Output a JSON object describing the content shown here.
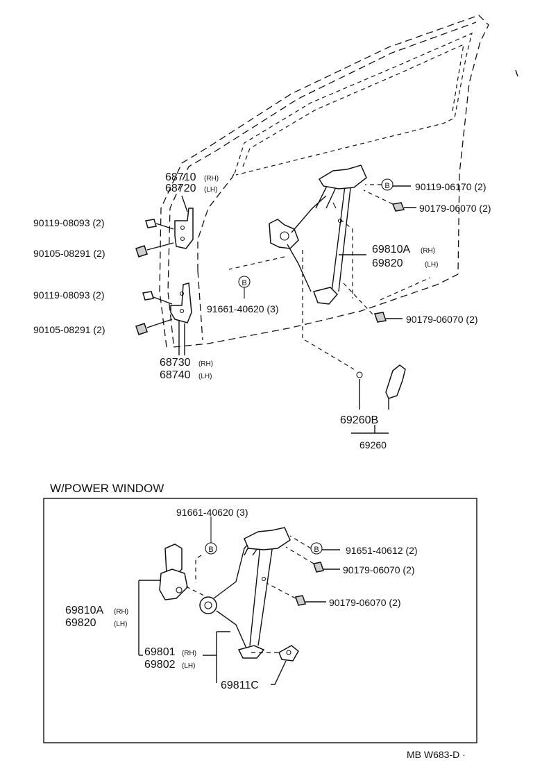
{
  "top": {
    "hinge_upper": {
      "num": "68710",
      "rh": "(RH)",
      "num2": "68720",
      "lh": "(LH)"
    },
    "hinge_lower": {
      "num": "68730",
      "rh": "(RH)",
      "num2": "68740",
      "lh": "(LH)"
    },
    "bolt_upper": "90119-08093 (2)",
    "nut_upper": "90105-08291 (2)",
    "bolt_lower": "90119-08093 (2)",
    "nut_lower": "90105-08291 (2)",
    "clip_b": "B",
    "bolt_b_right": "90119-06170 (2)",
    "nut_right_1": "90179-06070 (2)",
    "regulator": {
      "num": "69810A",
      "rh": "(RH)",
      "num2": "69820",
      "lh": "(LH)"
    },
    "clip_left": "91661-40620 (3)",
    "nut_right_2": "90179-06070 (2)",
    "handle_part": "69260B",
    "handle_assy": "69260"
  },
  "power_window": {
    "heading": "W/POWER    WINDOW",
    "clip_top": "91661-40620 (3)",
    "clip_b": "B",
    "bolt_b": "91651-40612 (2)",
    "nut_1": "90179-06070 (2)",
    "nut_2": "90179-06070 (2)",
    "regulator": {
      "num": "69810A",
      "rh": "(RH)",
      "num2": "69820",
      "lh": "(LH)"
    },
    "motor": {
      "num": "69801",
      "rh": "(RH)",
      "num2": "69802",
      "lh": "(LH)"
    },
    "plate": "69811C"
  },
  "footer": "MB W683-D ·"
}
